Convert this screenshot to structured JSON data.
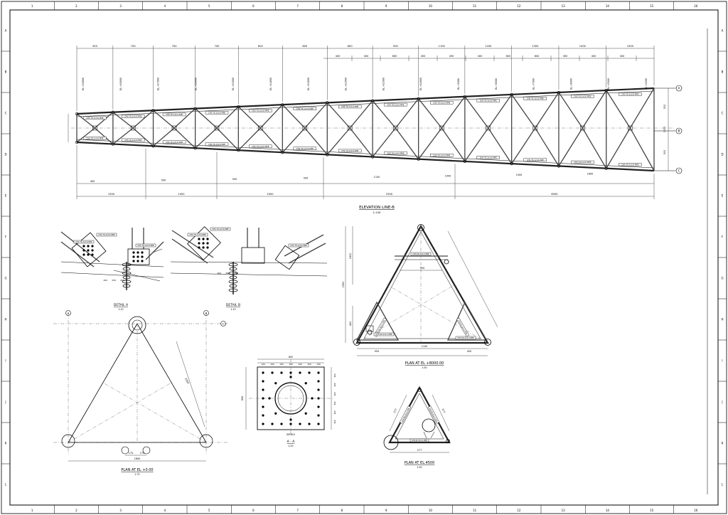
{
  "border": {
    "columns": [
      "1",
      "2",
      "3",
      "4",
      "5",
      "6",
      "7",
      "8",
      "9",
      "10",
      "11",
      "12",
      "13",
      "14",
      "15",
      "16"
    ],
    "rows": [
      "A",
      "B",
      "C",
      "D",
      "E",
      "F",
      "G",
      "H",
      "I",
      "J",
      "K",
      "L"
    ]
  },
  "elevation": {
    "title": "ELEVATION LINE-B",
    "scale": "1:100",
    "top_dims": [
      "500",
      "700",
      "700",
      "700",
      "800",
      "800",
      "800",
      "900",
      "1100",
      "1200",
      "1300",
      "1400",
      "1500"
    ],
    "top_dims_2": [
      "400",
      "400",
      "600",
      "450",
      "450",
      "400",
      "600",
      "600",
      "450",
      "400",
      "400"
    ],
    "bottom_dims": [
      "1500",
      "1500",
      "2000",
      "2500",
      "6500"
    ],
    "row_dims": [
      "400",
      "500",
      "500",
      "500",
      "1100",
      "1000",
      "1500",
      "1600"
    ],
    "right_dims": [
      "500",
      "1000",
      "500"
    ],
    "gridlines": [
      "A",
      "B",
      "C"
    ],
    "levels": [
      "EL.+20000",
      "EL.+18000",
      "EL.+17000",
      "EL.+16000",
      "EL.+15000",
      "EL.+14000",
      "EL.+13000",
      "EL.+12000",
      "EL.+11000",
      "EL.+10000",
      "EL.+9000",
      "EL.+8000",
      "EL.+7000",
      "EL.+6000",
      "EL.+5000",
      "EL.+4500"
    ],
    "member_tag": "CHS 76.1x3.6 PIPE"
  },
  "details": {
    "a": {
      "title": "DETAIL A",
      "scale": "1:10"
    },
    "b": {
      "title": "DETAIL B",
      "scale": "1:10"
    },
    "dims": [
      "100",
      "150",
      "200"
    ]
  },
  "plan_eight": {
    "title": "PLAN AT EL +8000.00",
    "scale": "1:50",
    "dims": [
      "1950",
      "1800",
      "450",
      "950",
      "1100",
      "450",
      "950"
    ],
    "tag": "CHS 60.3x3.2 PIPE"
  },
  "plan_zero": {
    "title": "PLAN AT EL +0.00",
    "scale": "1:75",
    "dims": [
      "1800",
      "170",
      "170",
      "2000"
    ],
    "grid": [
      "A",
      "B",
      "C"
    ]
  },
  "section_aa": {
    "title": "A - A",
    "scale": "1:20",
    "plate_label": "BP300",
    "dims": [
      "100",
      "100",
      "100",
      "100",
      "100",
      "100",
      "100",
      "100",
      "100",
      "100",
      "100",
      "100",
      "100"
    ],
    "side_dim": "800"
  },
  "plan_4500": {
    "title": "PLAN AT EL.4500",
    "scale": "1:50",
    "dims": [
      "277",
      "277",
      "277"
    ]
  }
}
